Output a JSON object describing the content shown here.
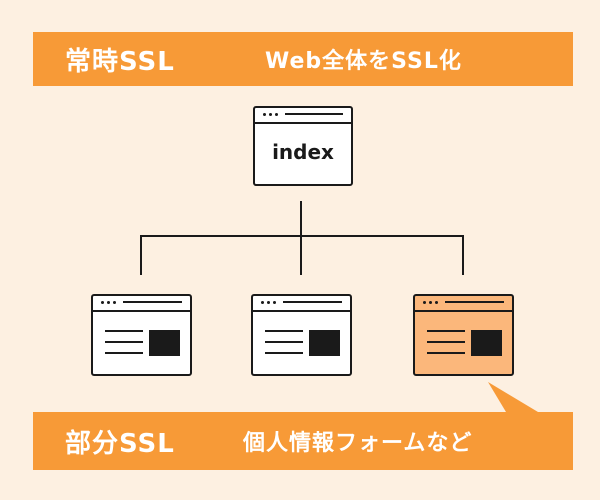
{
  "top_banner": {
    "title": "常時SSL",
    "description": "Web全体をSSL化"
  },
  "bottom_banner": {
    "title": "部分SSL",
    "description": "個人情報フォームなど"
  },
  "root_page": {
    "label": "index"
  },
  "child_pages": [
    {
      "highlighted": false
    },
    {
      "highlighted": false
    },
    {
      "highlighted": true
    }
  ],
  "colors": {
    "background": "#fdf0e1",
    "accent": "#f79a37",
    "highlight_page": "#fbb77b",
    "stroke": "#1a1a1a"
  }
}
